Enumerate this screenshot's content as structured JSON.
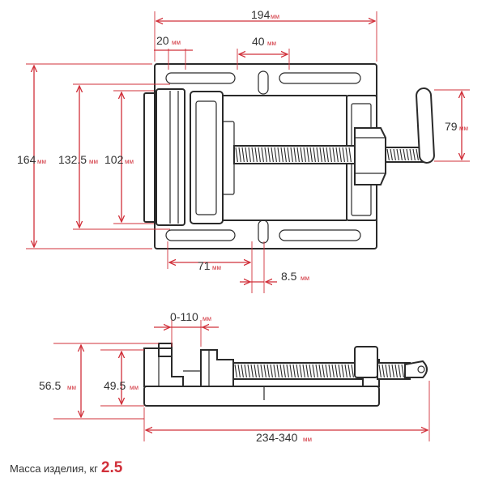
{
  "diagram": {
    "unit": "мм",
    "colors": {
      "dimension": "#d1303a",
      "outline": "#2a2a2a",
      "text": "#333333"
    },
    "top_view": {
      "overall_width": "194",
      "slot_offset": "20",
      "slot_spacing": "40",
      "overall_depth": "164",
      "inner_depth": "132.5",
      "jaw_width": "102",
      "handle_length": "79",
      "slot_position": "71",
      "slot_width": "8.5"
    },
    "side_view": {
      "jaw_opening": "0-110",
      "total_height": "56.5",
      "jaw_height": "49.5",
      "total_length": "234-340"
    },
    "weight": {
      "label": "Масса изделия, кг",
      "value": "2.5"
    }
  }
}
